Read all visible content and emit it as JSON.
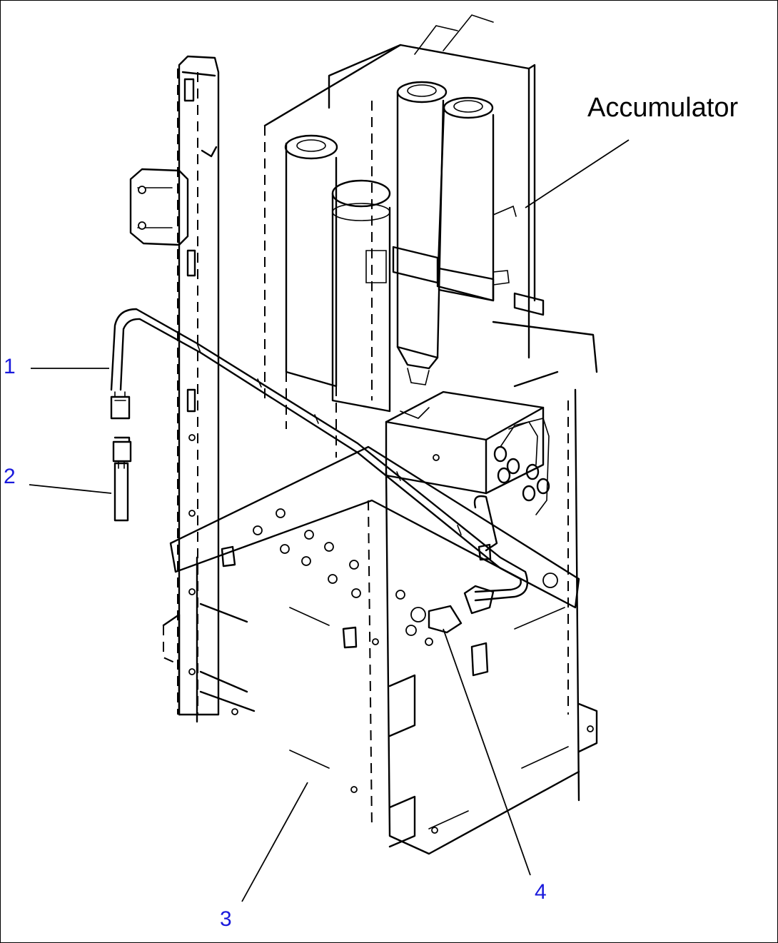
{
  "callouts": {
    "c1": "1",
    "c2": "2",
    "c3": "3",
    "c4": "4",
    "accumulator": "Accumulator"
  },
  "colors": {
    "callout_number": "#1a1adc",
    "line_art": "#000000",
    "background": "#ffffff"
  }
}
